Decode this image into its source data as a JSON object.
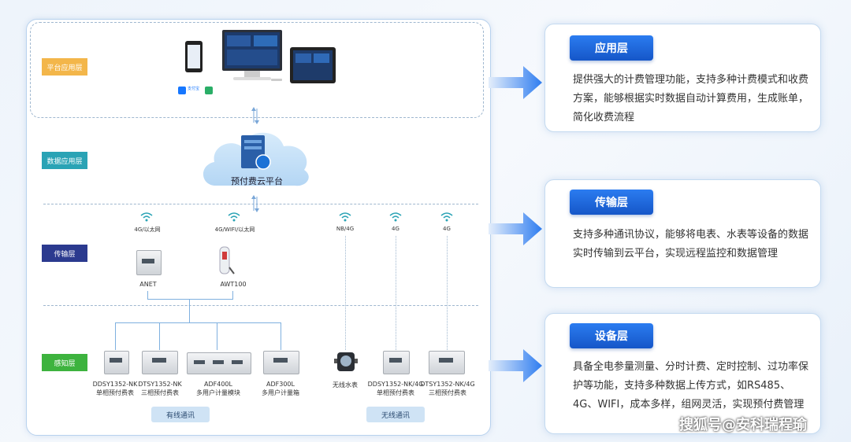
{
  "colors": {
    "tag_yellow": "#f3b64a",
    "tag_teal": "#2aa3b5",
    "tag_navy": "#2b3a8f",
    "tag_green": "#3db33e",
    "badge_blue": "#1f6ae0"
  },
  "left": {
    "tags": {
      "platform": "平台应用层",
      "data": "数据应用层",
      "transport": "传输层",
      "sense": "感知层"
    },
    "cloud_label": "预付费云平台",
    "apps_label": "支付宝",
    "transport_labels": [
      "4G/以太网",
      "4G/WIFI/以太网",
      "NB/4G",
      "4G",
      "4G"
    ],
    "gateways": [
      "ANET",
      "AWT100"
    ],
    "sense_devices": [
      [
        "DDSY1352-NK",
        "单相预付费表"
      ],
      [
        "DTSY1352-NK",
        "三相预付费表"
      ],
      [
        "ADF400L",
        "多用户计量模块"
      ],
      [
        "ADF300L",
        "多用户计量箱"
      ],
      [
        "",
        "无线水表"
      ],
      [
        "DDSY1352-NK/4G",
        "单相预付费表"
      ],
      [
        "DTSY1352-NK/4G",
        "三相预付费表"
      ]
    ],
    "wired_label": "有线通讯",
    "wireless_label": "无线通讯"
  },
  "right": [
    {
      "title": "应用层",
      "text": "提供强大的计费管理功能，支持多种计费模式和收费方案，能够根据实时数据自动计算费用，生成账单，简化收费流程"
    },
    {
      "title": "传输层",
      "text": "支持多种通讯协议，能够将电表、水表等设备的数据实时传输到云平台，实现远程监控和数据管理"
    },
    {
      "title": "设备层",
      "text": "具备全电参量测量、分时计费、定时控制、过功率保护等功能，支持多种数据上传方式，如RS485、4G、WIFI，成本多样，组网灵活，实现预付费管理"
    }
  ],
  "watermark": "搜狐号@安科瑞程瑜"
}
